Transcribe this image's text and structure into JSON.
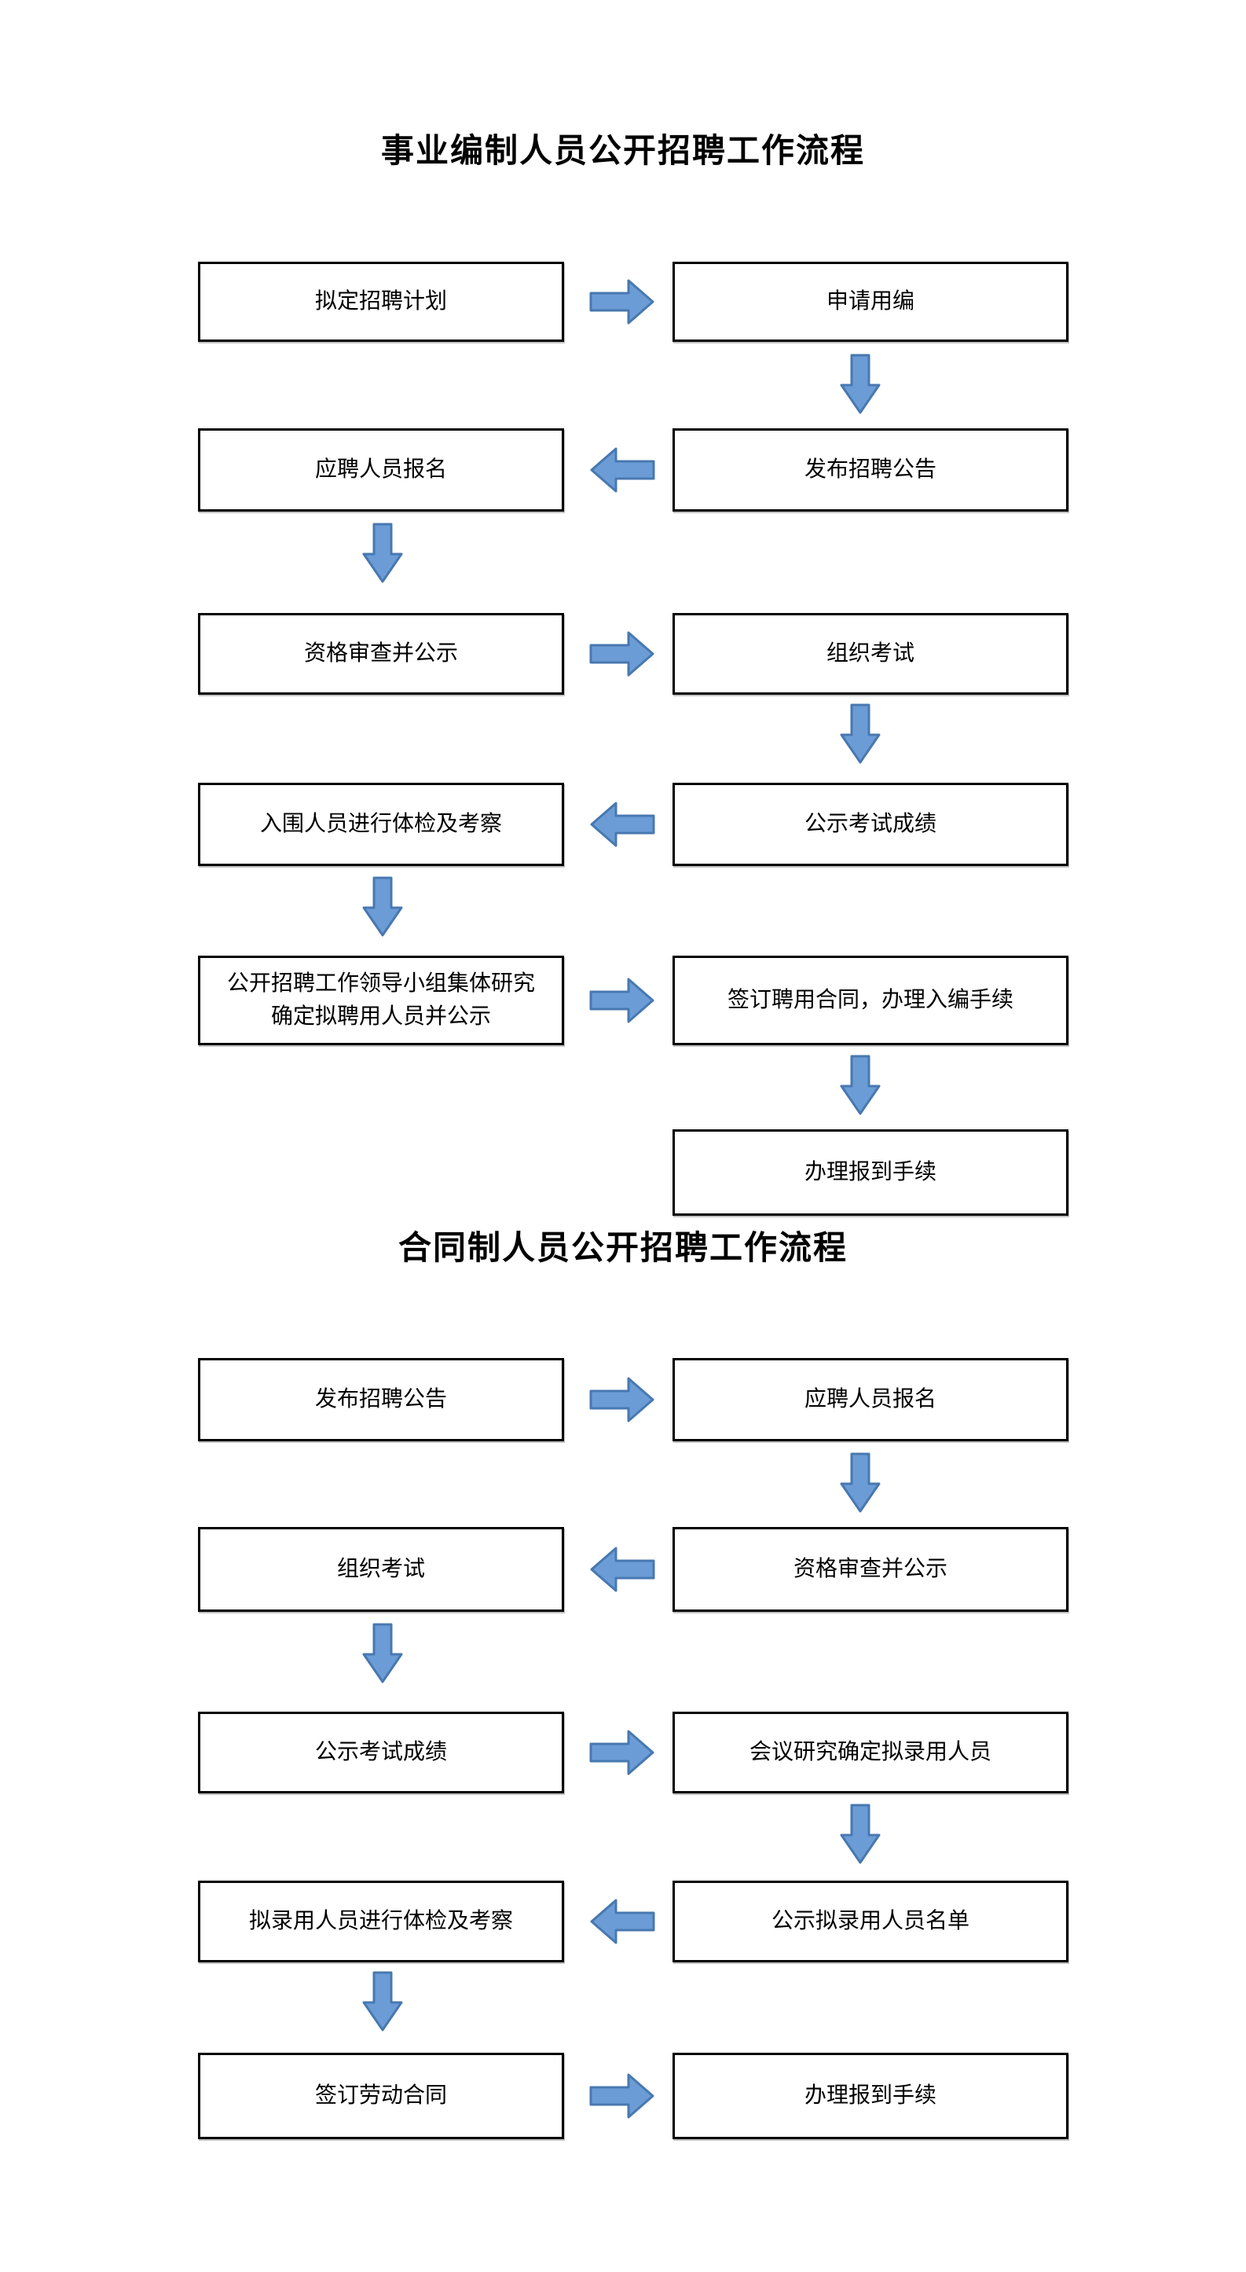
{
  "document": {
    "background": "#ffffff"
  },
  "colors": {
    "arrow_fill": "#6B9CD6",
    "arrow_stroke": "#4878B0",
    "box_border": "#000000",
    "box_fill": "#ffffff",
    "text": "#000000"
  },
  "flowcharts": [
    {
      "title": "事业编制人员公开招聘工作流程",
      "nodes": [
        {
          "label": "拟定招聘计划"
        },
        {
          "label": "申请用编"
        },
        {
          "label": "发布招聘公告"
        },
        {
          "label": "应聘人员报名"
        },
        {
          "label": "资格审查并公示"
        },
        {
          "label": "组织考试"
        },
        {
          "label": "公示考试成绩"
        },
        {
          "label": "入围人员进行体检及考察"
        },
        {
          "label": "公开招聘工作领导小组集体研究\n确定拟聘用人员并公示"
        },
        {
          "label": "签订聘用合同，办理入编手续"
        },
        {
          "label": "办理报到手续"
        }
      ]
    },
    {
      "title": "合同制人员公开招聘工作流程",
      "nodes": [
        {
          "label": "发布招聘公告"
        },
        {
          "label": "应聘人员报名"
        },
        {
          "label": "资格审查并公示"
        },
        {
          "label": "组织考试"
        },
        {
          "label": "公示考试成绩"
        },
        {
          "label": "会议研究确定拟录用人员"
        },
        {
          "label": "公示拟录用人员名单"
        },
        {
          "label": "拟录用人员进行体检及考察"
        },
        {
          "label": "签订劳动合同"
        },
        {
          "label": "办理报到手续"
        }
      ]
    }
  ]
}
